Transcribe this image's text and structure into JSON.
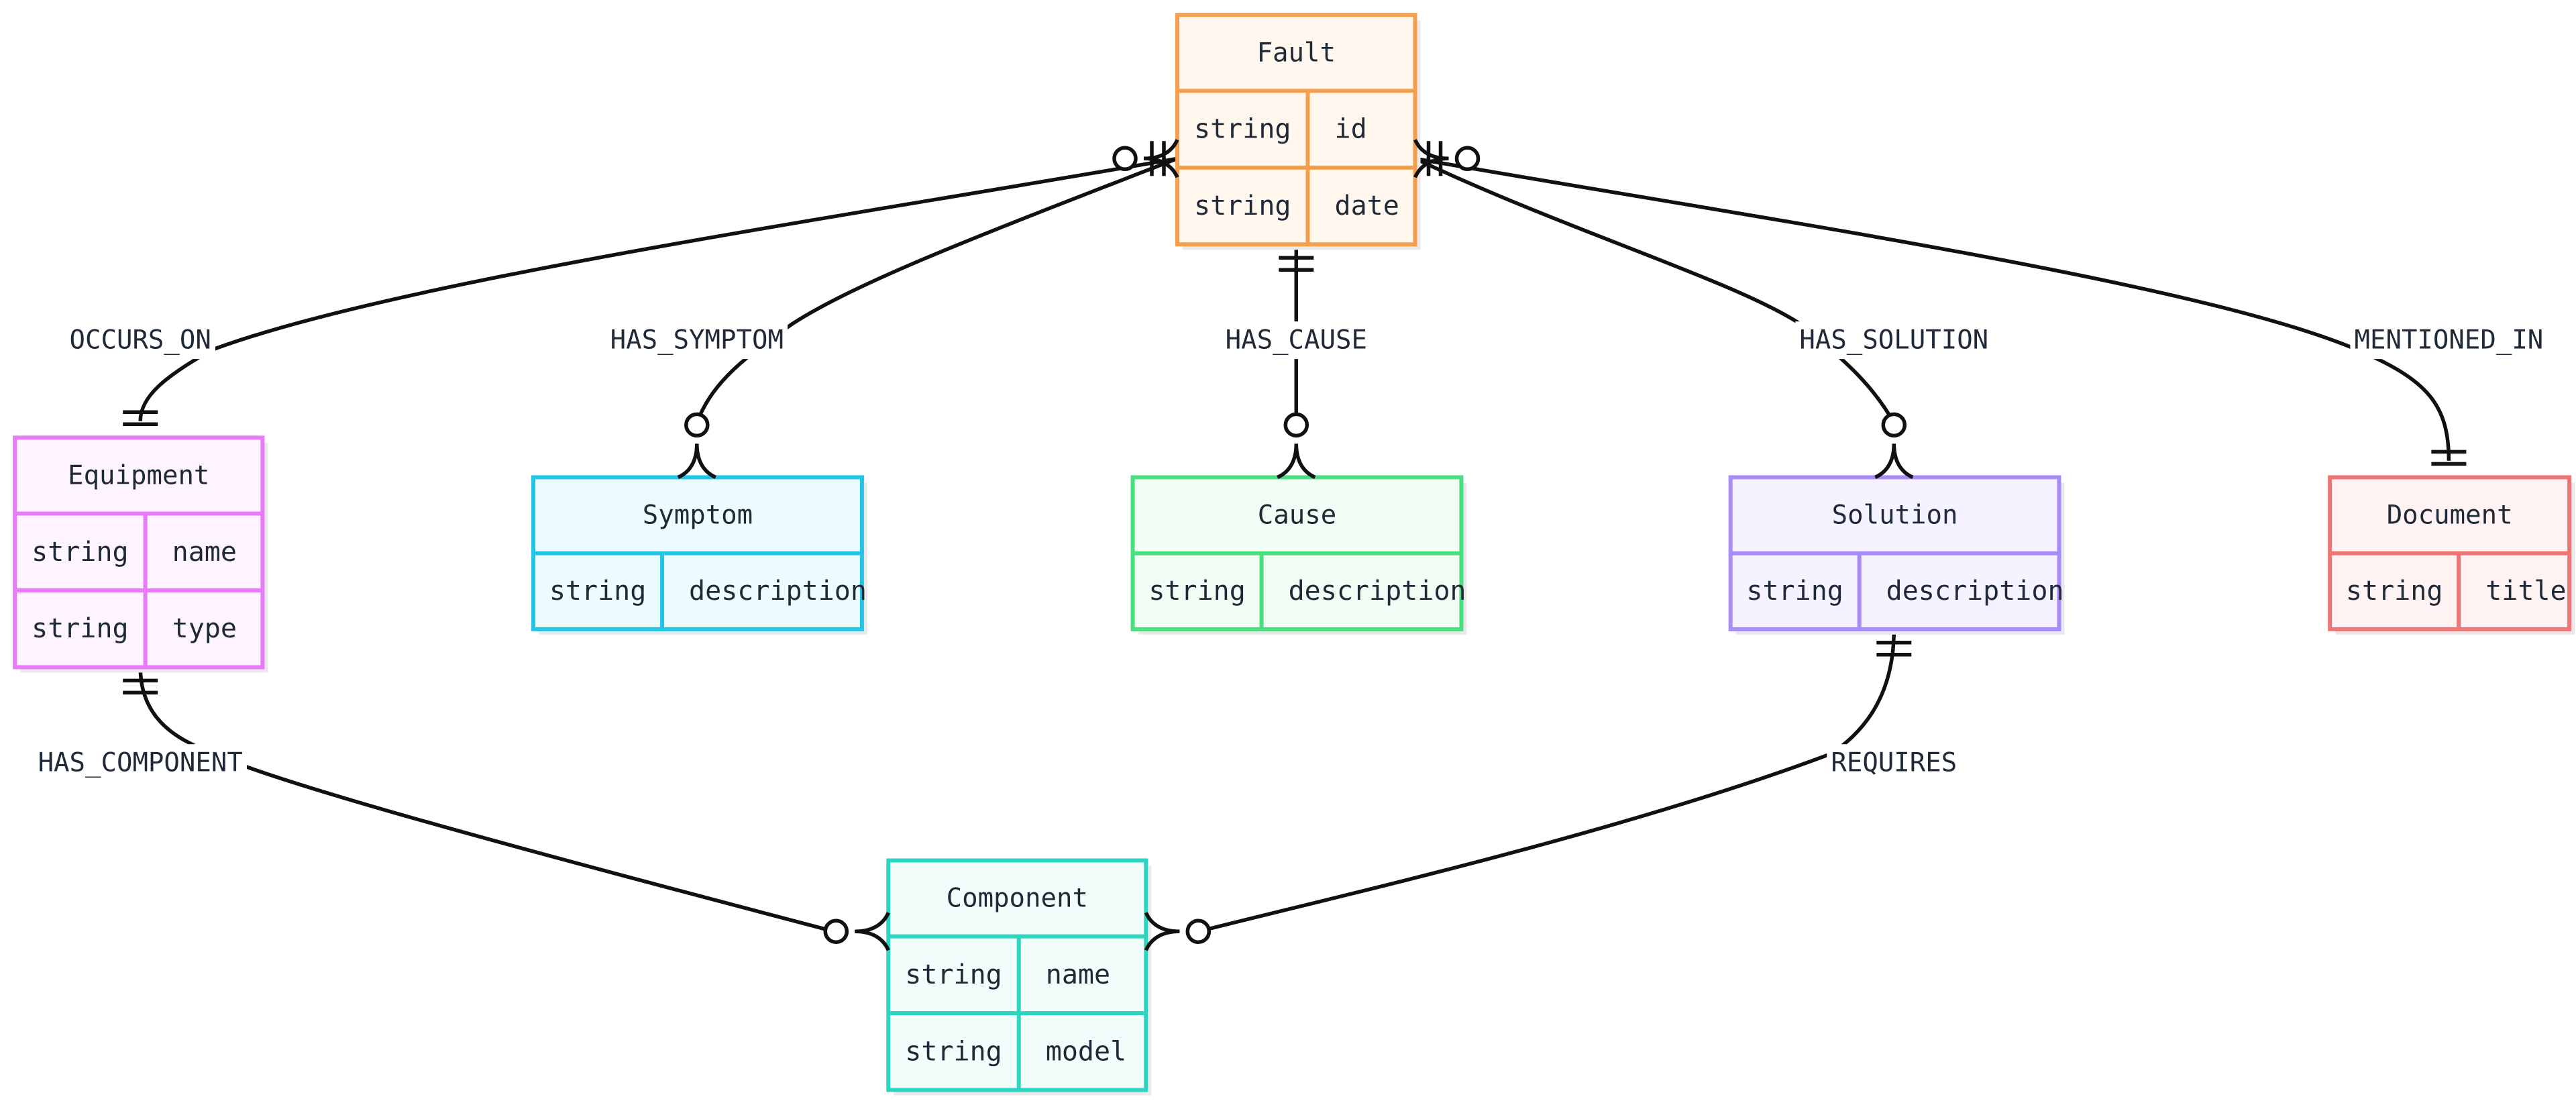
{
  "entities": [
    {
      "id": "fault",
      "name": "Fault",
      "color": "#f59e4b",
      "fill": "#fff6ee",
      "attributes": [
        {
          "type": "string",
          "name": "id"
        },
        {
          "type": "string",
          "name": "date"
        }
      ]
    },
    {
      "id": "equipment",
      "name": "Equipment",
      "color": "#e879f9",
      "fill": "#fdf4ff",
      "attributes": [
        {
          "type": "string",
          "name": "name"
        },
        {
          "type": "string",
          "name": "type"
        }
      ]
    },
    {
      "id": "symptom",
      "name": "Symptom",
      "color": "#22c5e6",
      "fill": "#ecfcfe",
      "attributes": [
        {
          "type": "string",
          "name": "description"
        }
      ]
    },
    {
      "id": "cause",
      "name": "Cause",
      "color": "#4ade80",
      "fill": "#f0fdf4",
      "attributes": [
        {
          "type": "string",
          "name": "description"
        }
      ]
    },
    {
      "id": "solution",
      "name": "Solution",
      "color": "#a78bfa",
      "fill": "#f5f3ff",
      "attributes": [
        {
          "type": "string",
          "name": "description"
        }
      ]
    },
    {
      "id": "document",
      "name": "Document",
      "color": "#f07474",
      "fill": "#fef2f2",
      "attributes": [
        {
          "type": "string",
          "name": "title"
        }
      ]
    },
    {
      "id": "component",
      "name": "Component",
      "color": "#2dd4bf",
      "fill": "#f0fdfa",
      "attributes": [
        {
          "type": "string",
          "name": "name"
        },
        {
          "type": "string",
          "name": "model"
        }
      ]
    }
  ],
  "relationships": [
    {
      "id": "occurs_on",
      "label": "OCCURS_ON",
      "from": "fault",
      "to": "equipment",
      "from_card": "zero-or-many",
      "to_card": "exactly-one"
    },
    {
      "id": "has_symptom",
      "label": "HAS_SYMPTOM",
      "from": "fault",
      "to": "symptom",
      "from_card": "exactly-one",
      "to_card": "zero-or-many"
    },
    {
      "id": "has_cause",
      "label": "HAS_CAUSE",
      "from": "fault",
      "to": "cause",
      "from_card": "exactly-one",
      "to_card": "zero-or-many"
    },
    {
      "id": "has_solution",
      "label": "HAS_SOLUTION",
      "from": "fault",
      "to": "solution",
      "from_card": "exactly-one",
      "to_card": "zero-or-many"
    },
    {
      "id": "mentioned_in",
      "label": "MENTIONED_IN",
      "from": "fault",
      "to": "document",
      "from_card": "zero-or-many",
      "to_card": "exactly-one"
    },
    {
      "id": "has_component",
      "label": "HAS_COMPONENT",
      "from": "equipment",
      "to": "component",
      "from_card": "exactly-one",
      "to_card": "zero-or-many"
    },
    {
      "id": "requires",
      "label": "REQUIRES",
      "from": "solution",
      "to": "component",
      "from_card": "exactly-one",
      "to_card": "zero-or-many"
    }
  ]
}
